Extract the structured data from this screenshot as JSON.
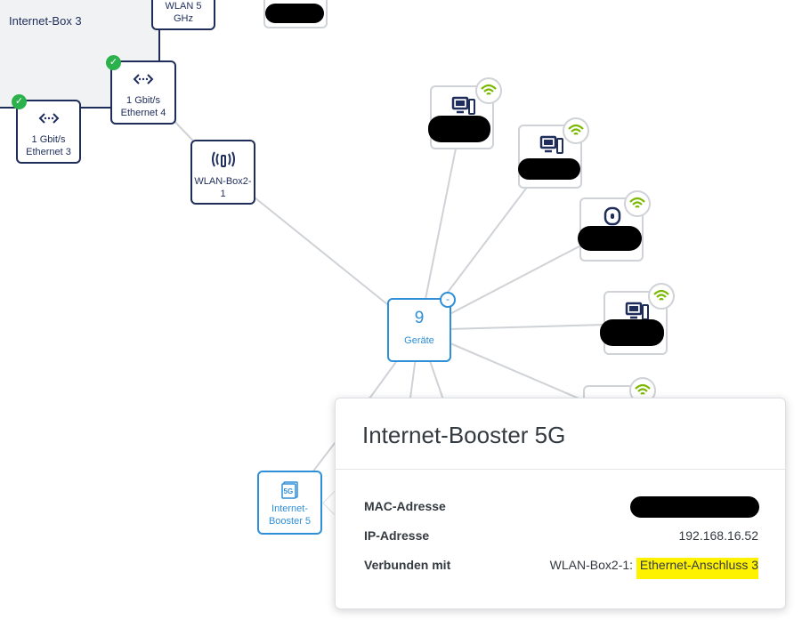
{
  "router": {
    "title": "Internet-Box 3"
  },
  "top_nodes": [
    {
      "name": "wlan-5ghz",
      "label": "WLAN 5 GHz"
    }
  ],
  "ports": [
    {
      "label": "1 Gbit/s Ethernet 4",
      "icon": "ethernet-port-icon",
      "status": "connected"
    },
    {
      "label": "1 Gbit/s Ethernet 3",
      "icon": "ethernet-port-icon",
      "status": "connected"
    }
  ],
  "wlan_box": {
    "label": "WLAN-Box2-1",
    "icon": "wireless-antenna-icon"
  },
  "hub": {
    "count": "9",
    "label": "Geräte",
    "collapse": "-"
  },
  "booster": {
    "label": "Internet-Booster 5",
    "icon": "booster-5g-icon",
    "icon_text": "5G"
  },
  "devices": [
    {
      "icon": "desktop-computer-icon",
      "connection": "wifi-icon"
    },
    {
      "icon": "desktop-computer-icon",
      "connection": "wifi-icon"
    },
    {
      "icon": "smart-speaker-icon",
      "connection": "wifi-icon"
    },
    {
      "icon": "desktop-computer-icon",
      "connection": "wifi-icon"
    },
    {
      "icon": "device-icon",
      "connection": "wifi-icon"
    }
  ],
  "popover": {
    "title": "Internet-Booster 5G",
    "rows": [
      {
        "label": "MAC-Adresse",
        "value": ""
      },
      {
        "label": "IP-Adresse",
        "value": "192.168.16.52"
      },
      {
        "label": "Verbunden mit",
        "value_prefix": "WLAN-Box2-1: ",
        "value_highlight": "Ethernet-Anschluss 3"
      }
    ]
  },
  "colors": {
    "navy": "#1e2d5a",
    "accent_blue": "#2f8fd8",
    "wifi_green": "#7ab800",
    "status_green": "#2bb24c",
    "highlight_yellow": "#fff200"
  }
}
